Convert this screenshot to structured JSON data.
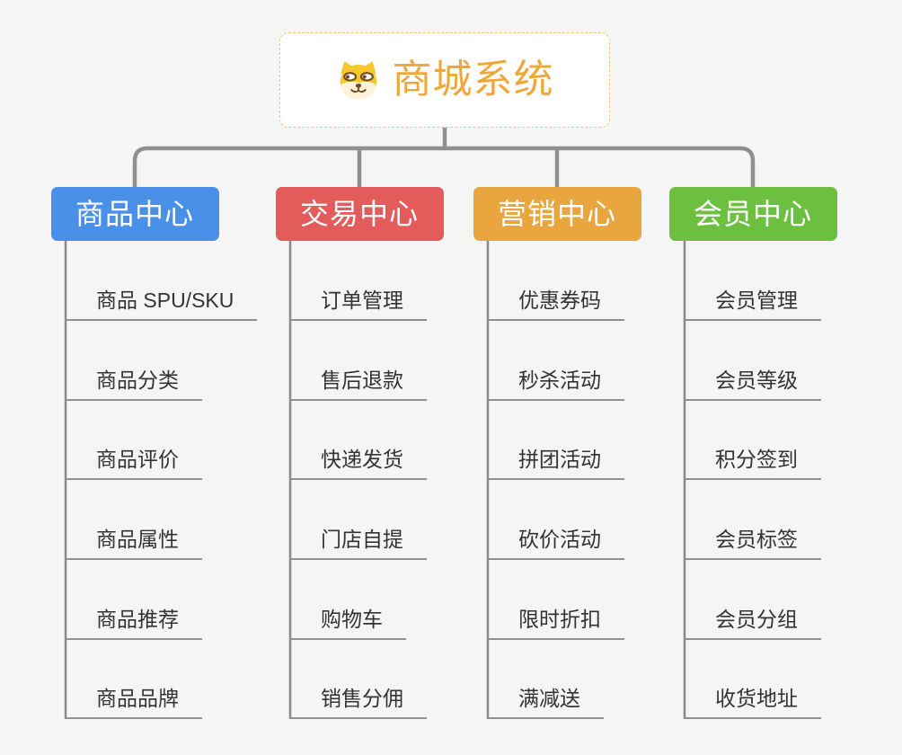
{
  "root": {
    "title": "商城系统",
    "icon": "doge-icon",
    "text_color": "#f0a73a",
    "border_color": "#f3c579",
    "background": "#ffffff"
  },
  "branches": [
    {
      "label": "商品中心",
      "color": "#4a90e9",
      "items": [
        "商品 SPU/SKU",
        "商品分类",
        "商品评价",
        "商品属性",
        "商品推荐",
        "商品品牌"
      ]
    },
    {
      "label": "交易中心",
      "color": "#e35b5b",
      "items": [
        "订单管理",
        "售后退款",
        "快递发货",
        "门店自提",
        "购物车",
        "销售分佣"
      ]
    },
    {
      "label": "营销中心",
      "color": "#e9a53e",
      "items": [
        "优惠券码",
        "秒杀活动",
        "拼团活动",
        "砍价活动",
        "限时折扣",
        "满减送"
      ]
    },
    {
      "label": "会员中心",
      "color": "#6dbf40",
      "items": [
        "会员管理",
        "会员等级",
        "积分签到",
        "会员标签",
        "会员分组",
        "收货地址"
      ]
    }
  ],
  "colors": {
    "background": "#f5f5f5",
    "connector": "#8f8f8f",
    "trunk_line": "#898989",
    "leaf_line": "#909090",
    "leaf_text": "#333333",
    "branch_text": "#ffffff"
  }
}
